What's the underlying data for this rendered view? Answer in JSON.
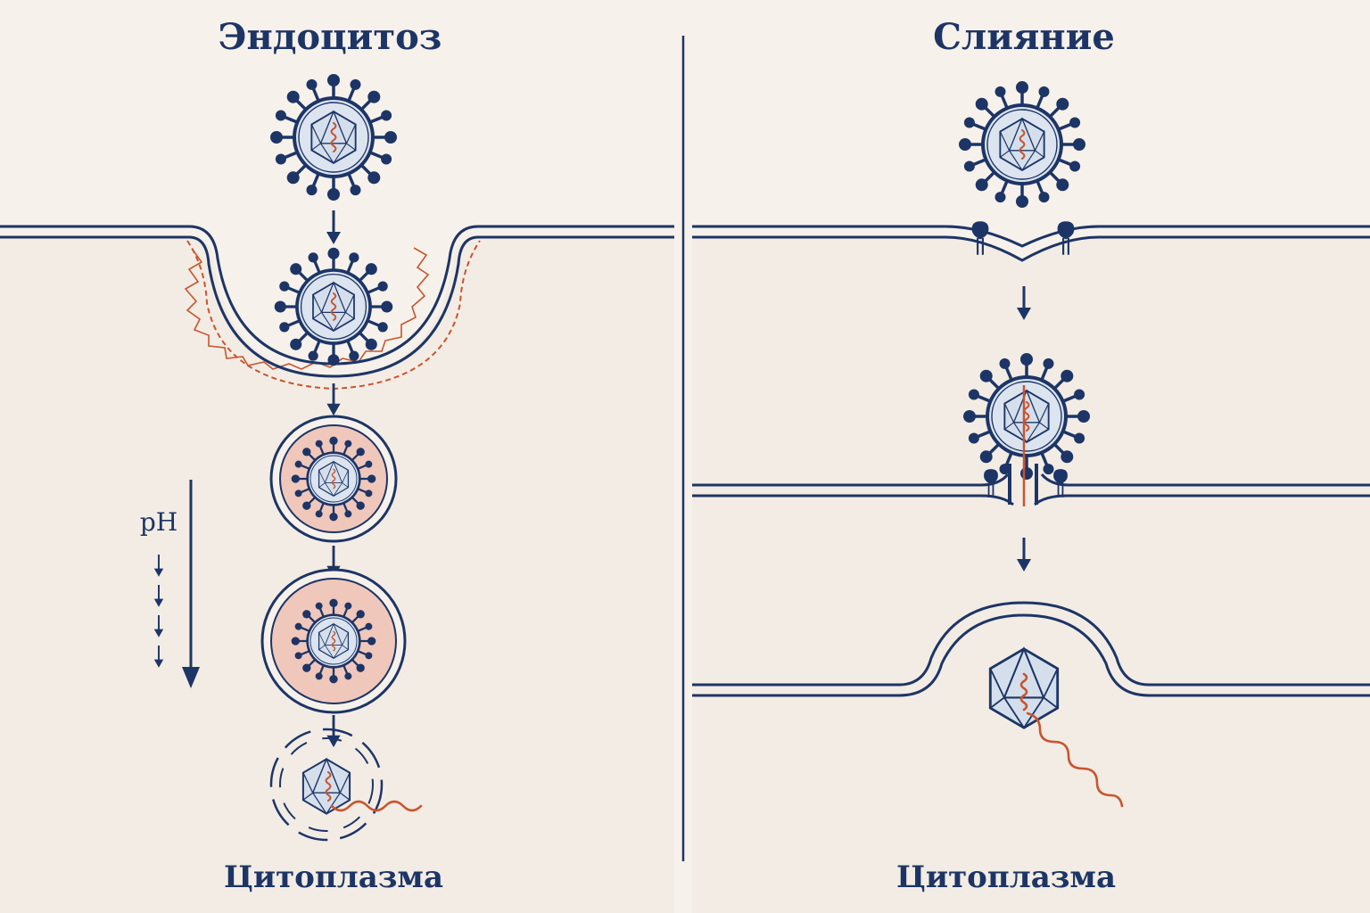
{
  "panels": {
    "endocytosis": {
      "title": "Эндоцитоз",
      "cytoplasm": "Цитоплазма",
      "ph_label": "pH"
    },
    "fusion": {
      "title": "Слияние",
      "cytoplasm": "Цитоплазма"
    }
  },
  "colors": {
    "navy": "#1d3566",
    "rna": "#c8552e",
    "virion_fill": "#dbe4ef",
    "endosome_fill": "#f0c7bb",
    "cell_bg": "#f2ece4",
    "outside_bg": "#f6f1ea"
  },
  "icons": [
    "virion-icon",
    "capsid-icon",
    "rna-icon",
    "receptor-icon",
    "clathrin-coat-icon",
    "arrow-down-icon"
  ]
}
